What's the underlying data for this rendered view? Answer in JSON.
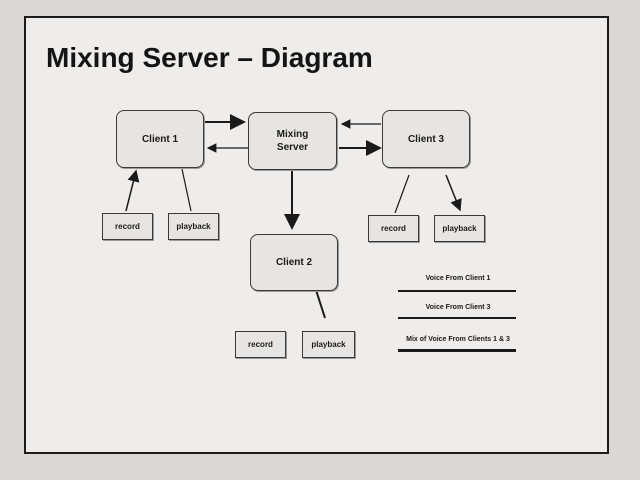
{
  "slide": {
    "title": "Mixing Server – Diagram"
  },
  "nodes": {
    "client1": "Client 1",
    "mixing_server": "Mixing\nServer",
    "client3": "Client 3",
    "client2": "Client 2"
  },
  "devices": {
    "record": "record",
    "playback": "playback"
  },
  "legend": {
    "items": [
      "Voice From Client 1",
      "Voice From Client 3",
      "Mix of Voice From Clients 1 & 3"
    ]
  },
  "colors": {
    "ink": "#1a1a1a",
    "slide_bg": "#eeedeb",
    "box_bg": "#e6e5e3"
  }
}
